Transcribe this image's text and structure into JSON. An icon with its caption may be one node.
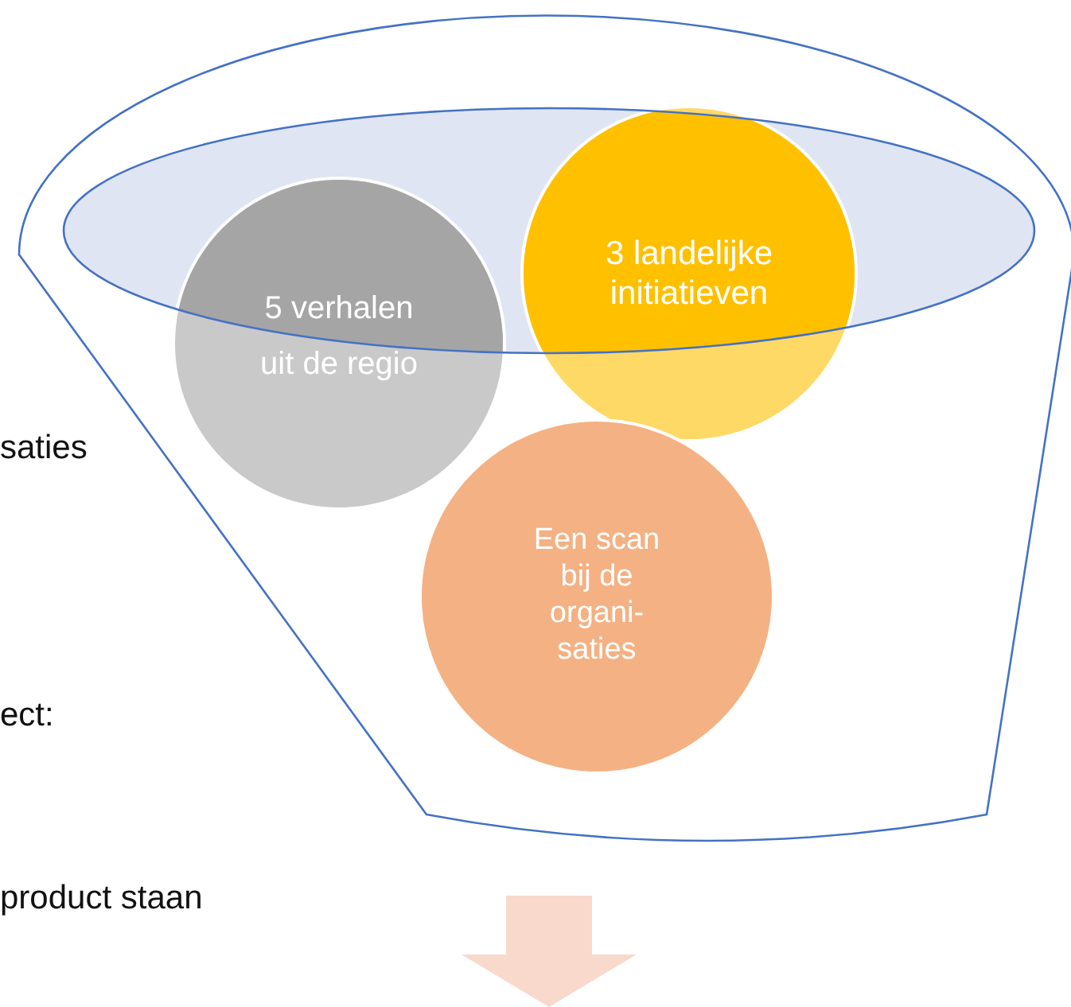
{
  "diagram": {
    "nodes": [
      {
        "text": [],
        "shape": "funnel"
      },
      {
        "text": [
          "5 verhalen uit de regio"
        ],
        "in": 0
      },
      {
        "text": [
          "3 landelijke initiatieven"
        ],
        "in": 0
      },
      {
        "text": [
          "Een scan bij de organi- saties"
        ],
        "in": 0
      }
    ],
    "labels": [
      "saties",
      "ect:",
      "product staan"
    ]
  }
}
